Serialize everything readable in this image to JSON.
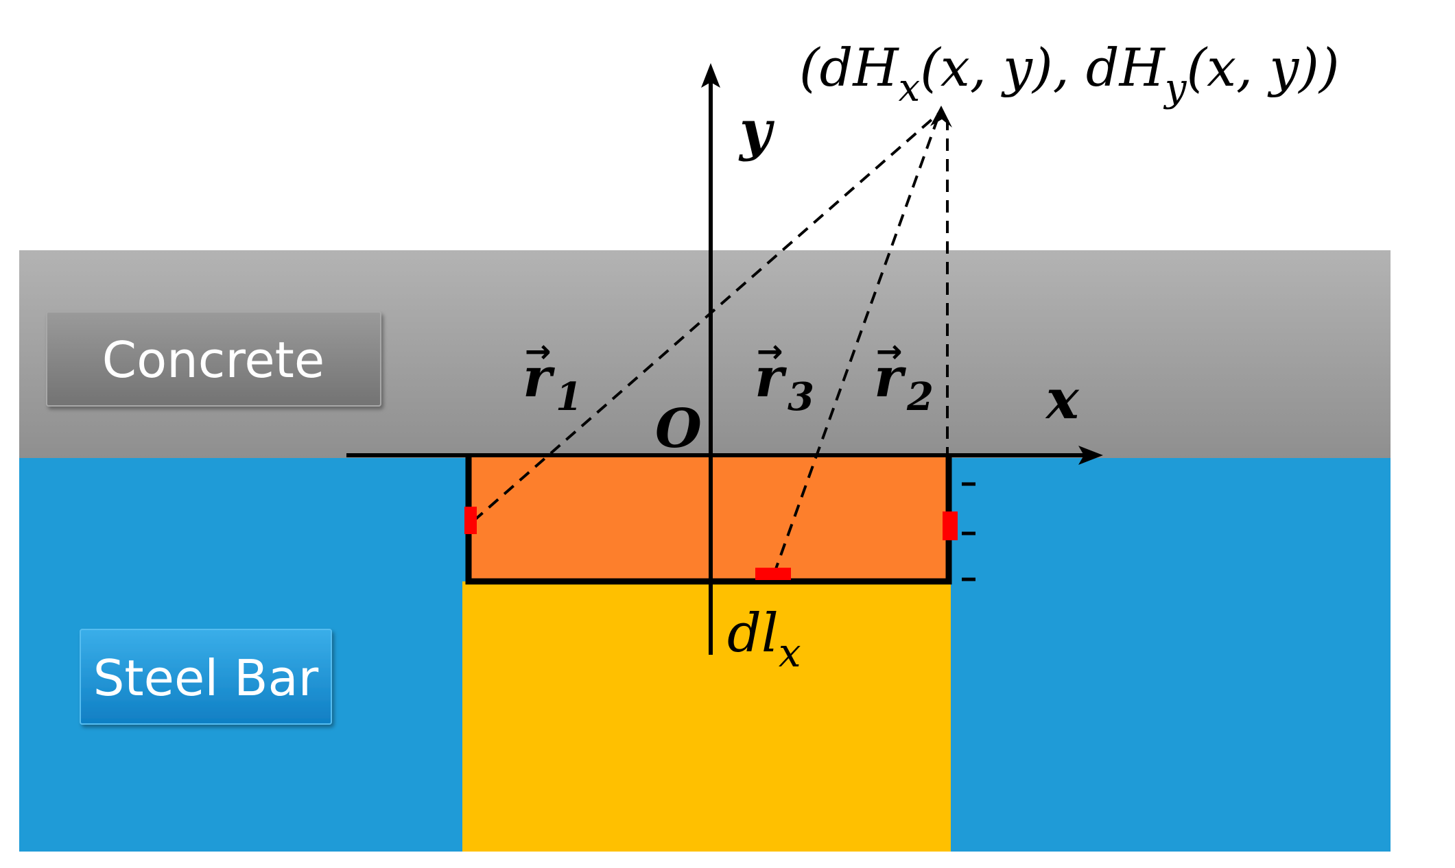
{
  "colors": {
    "concrete_top": "#b3b3b3",
    "concrete_bottom": "#8f8f8f",
    "steel": "#1f9bd7",
    "region": "#fd7f2c",
    "bar_core": "#ffc000",
    "element": "#ff0000",
    "line": "#000000",
    "label_text": "#ffffff"
  },
  "labels": {
    "concrete": "Concrete",
    "steel_bar": "Steel Bar"
  },
  "axes": {
    "x": "x",
    "y": "y",
    "origin": "O"
  },
  "field_point": {
    "open": "(",
    "dHx_d": "d",
    "dHx_H": "H",
    "dHx_sub": "x",
    "args1": "(x, y), ",
    "dHy_d": "d",
    "dHy_H": "H",
    "dHy_sub": "y",
    "args2": "(x, y))"
  },
  "vectors": {
    "r1": {
      "symbol": "r",
      "sub": "1"
    },
    "r2": {
      "symbol": "r",
      "sub": "2"
    },
    "r3": {
      "symbol": "r",
      "sub": "3"
    },
    "arrow_glyph": "→"
  },
  "element_label": {
    "main": "dl",
    "sub": "x"
  }
}
